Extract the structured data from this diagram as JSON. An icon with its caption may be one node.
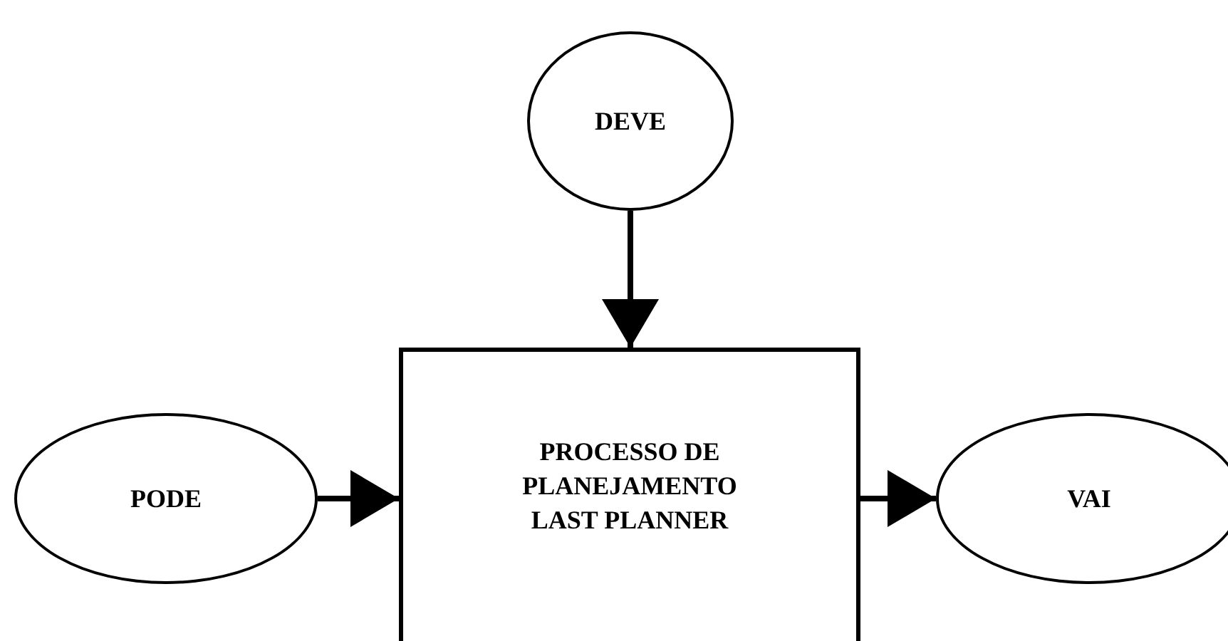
{
  "diagram": {
    "nodes": [
      {
        "text": [
          "DEVE"
        ]
      },
      {
        "text": [
          "PODE"
        ]
      },
      {
        "text": [
          "PROCESSO DE PLANEJAMENTO LAST PLANNER"
        ]
      },
      {
        "text": [
          "VAI"
        ]
      }
    ],
    "edges": [
      {
        "from": 0,
        "to": 2,
        "arrow": "to"
      },
      {
        "from": 1,
        "to": 2,
        "arrow": "to"
      },
      {
        "from": 2,
        "to": 3,
        "arrow": "to"
      }
    ]
  }
}
